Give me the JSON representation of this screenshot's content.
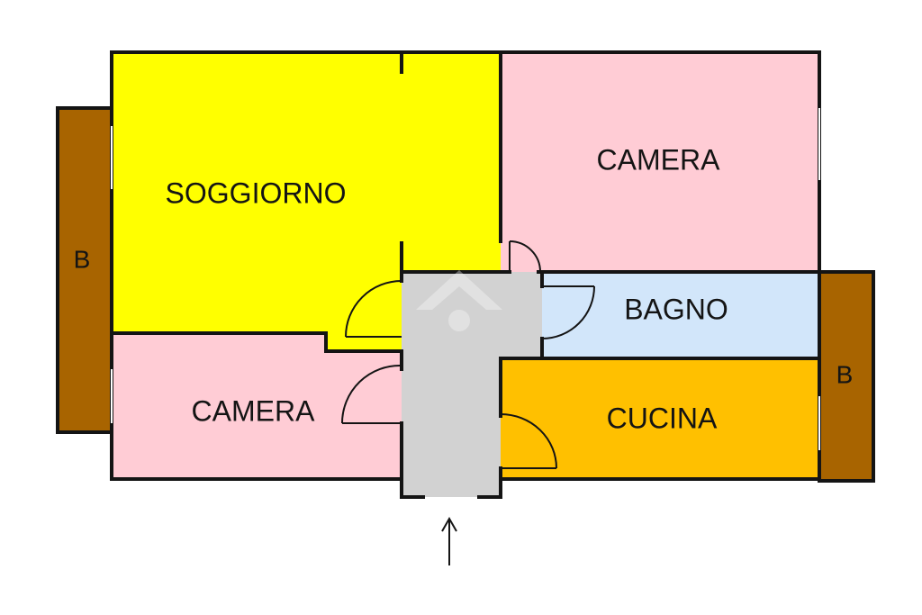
{
  "rooms": {
    "soggiorno": "SOGGIORNO",
    "camera_top": "CAMERA",
    "bagno": "BAGNO",
    "camera_bottom": "CAMERA",
    "cucina": "CUCINA",
    "balcony_left": "B",
    "balcony_right": "B"
  },
  "colors": {
    "soggiorno": "#ffff00",
    "camera": "#ffccd5",
    "bagno": "#d2e6fa",
    "cucina": "#ffc000",
    "balcony": "#a86400",
    "hallway": "#d2d2d2",
    "wall": "#141414"
  },
  "icons": {
    "entrance": "entrance-arrow-icon",
    "watermark": "house-logo-icon"
  }
}
